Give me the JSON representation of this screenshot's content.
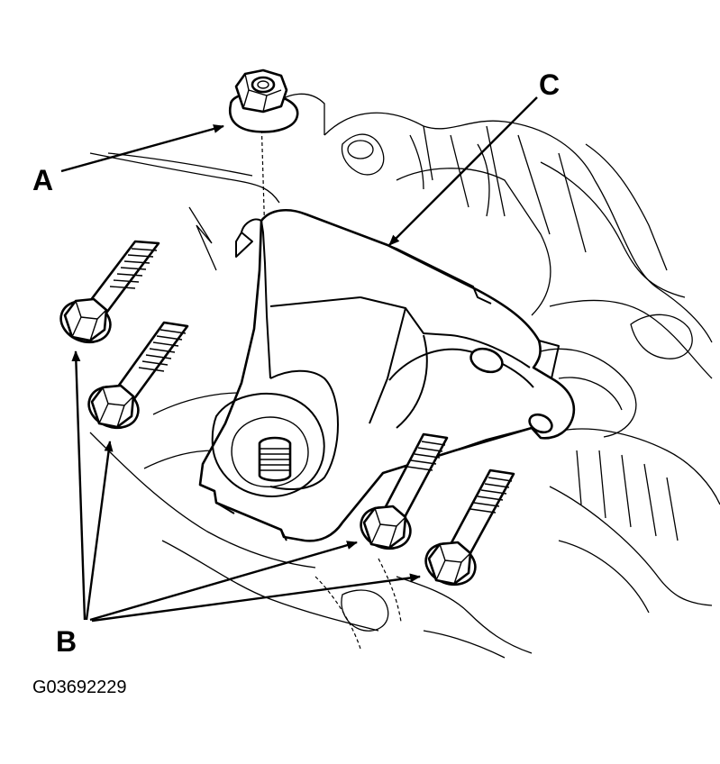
{
  "callouts": {
    "a": "A",
    "b": "B",
    "c": "C"
  },
  "figure_id": "G03692229",
  "colors": {
    "line": "#000000",
    "background": "#ffffff"
  }
}
